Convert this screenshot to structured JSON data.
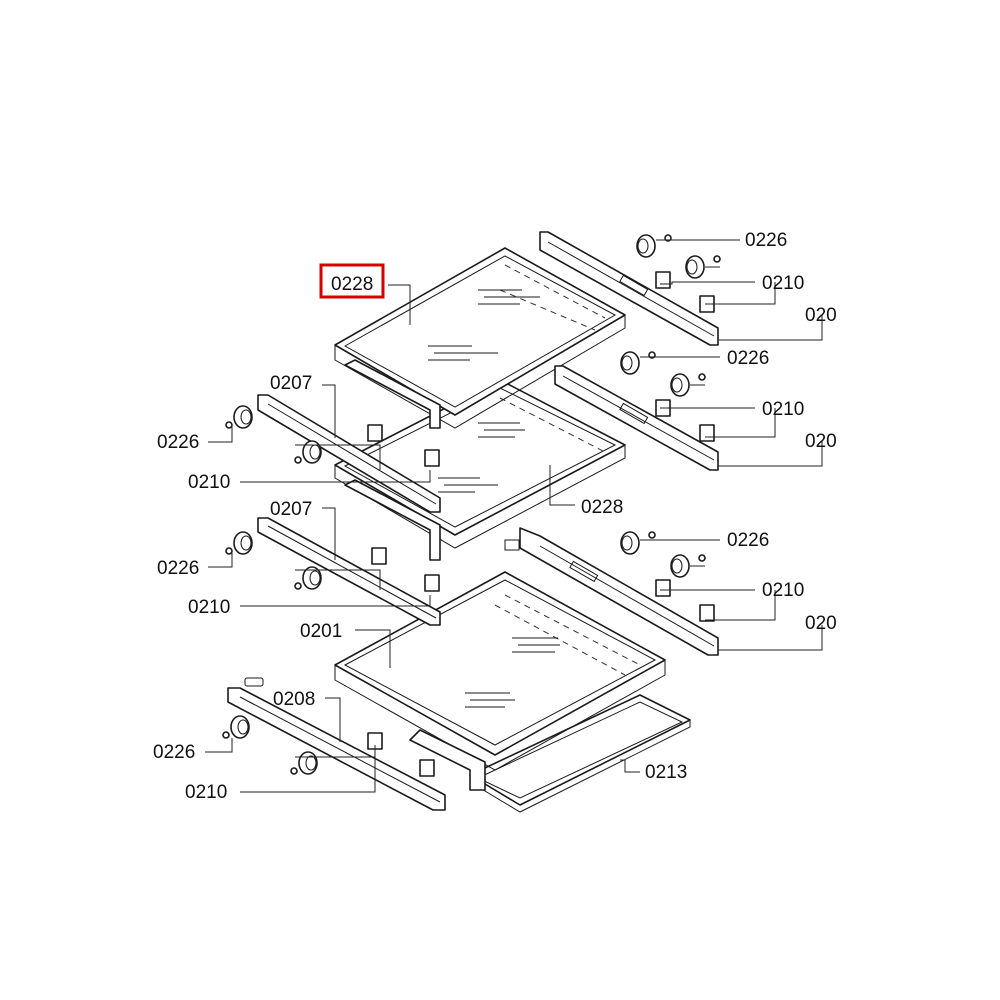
{
  "diagram": {
    "callouts": {
      "c0228_top": "0228",
      "c0226_r1": "0226",
      "c0210_r1": "0210",
      "c0207_r1": "020",
      "c0226_r2": "0226",
      "c0210_r2": "0210",
      "c0207_r2": "020",
      "c0207_l1": "0207",
      "c0226_l1": "0226",
      "c0210_l1": "0210",
      "c0228_mid": "0228",
      "c0207_l2": "0207",
      "c0226_l2": "0226",
      "c0210_l2": "0210",
      "c0226_r3": "0226",
      "c0210_r3": "0210",
      "c0208_r3": "020",
      "c0201": "0201",
      "c0208_l3": "0208",
      "c0226_l3": "0226",
      "c0210_l3": "0210",
      "c0213": "0213"
    },
    "highlight": {
      "callout": "0228",
      "color": "#d40000"
    }
  }
}
